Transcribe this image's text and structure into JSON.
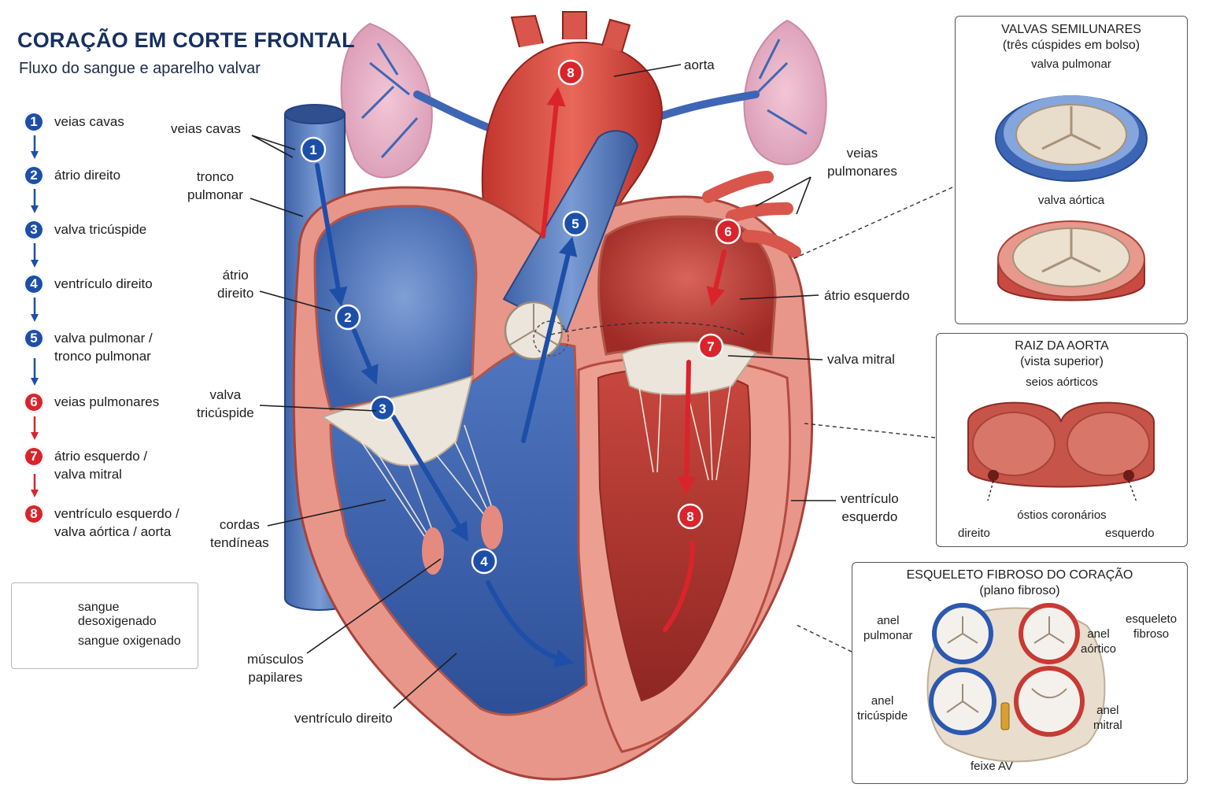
{
  "header": {
    "title": "CORAÇÃO EM CORTE FRONTAL",
    "subtitle": "Fluxo do sangue e aparelho valvar"
  },
  "flow_steps": [
    {
      "number": "1",
      "label": "veias cavas",
      "color": "#1d4fa8"
    },
    {
      "number": "2",
      "label": "átrio direito",
      "color": "#1d4fa8"
    },
    {
      "number": "3",
      "label": "valva tricúspide",
      "color": "#1d4fa8"
    },
    {
      "number": "4",
      "label": "ventrículo direito",
      "color": "#1d4fa8"
    },
    {
      "number": "5",
      "label": "valva pulmonar /\ntronco pulmonar",
      "color": "#1d4fa8"
    },
    {
      "number": "6",
      "label": "veias pulmonares",
      "color": "#d9242c"
    },
    {
      "number": "7",
      "label": "átrio esquerdo /\nvalva mitral",
      "color": "#d9242c"
    },
    {
      "number": "8",
      "label": "ventrículo esquerdo /\nvalva aórtica / aorta",
      "color": "#d9242c"
    }
  ],
  "legend": {
    "deoxygenated": "sangue desoxigenado",
    "oxygenated": "sangue oxigenado",
    "deoxygenated_color": "#1d4fa8",
    "oxygenated_color": "#d9242c"
  },
  "labels": {
    "veias_cavas": "veias cavas",
    "tronco_pulmonar": "tronco\npulmonar",
    "atrio_direito": "átrio\ndireito",
    "valva_tricuspide": "valva\ntricúspide",
    "cordas_tendineas": "cordas\ntendíneas",
    "musculos_papilares": "músculos\npapilares",
    "ventriculo_direito": "ventrículo direito",
    "aorta": "aorta",
    "veias_pulmonares": "veias\npulmonares",
    "atrio_esquerdo": "átrio esquerdo",
    "valva_mitral": "valva mitral",
    "ventriculo_esquerdo": "ventrículo\nesquerdo"
  },
  "diagram_markers": [
    "1",
    "2",
    "3",
    "4",
    "5",
    "6",
    "7",
    "8"
  ],
  "inset_semilunar": {
    "title": "VALVAS SEMILUNARES\n(três cúspides em bolso)",
    "pulmonary": "valva pulmonar",
    "aortic": "valva aórtica"
  },
  "inset_aortic_root": {
    "title": "RAIZ DA AORTA\n(vista superior)",
    "sinuses": "seios aórticos",
    "ostia": "óstios coronários",
    "right": "direito",
    "left": "esquerdo"
  },
  "inset_fibrous": {
    "title": "ESQUELETO FIBROSO DO CORAÇÃO\n(plano fibroso)",
    "pulmonary_ring": "anel\npulmonar",
    "aortic_ring": "anel\naórtico",
    "skeleton": "esqueleto\nfibroso",
    "tricuspid_ring": "anel\ntricúspide",
    "mitral_ring": "anel\nmitral",
    "av_bundle": "feixe AV"
  },
  "colors": {
    "deoxygenated_blue": "#1d4fa8",
    "oxygenated_red": "#d9242c",
    "vein_blue": "#5c82c0",
    "artery_red": "#d8564b",
    "myocardium": "#e9968a",
    "title_navy": "#17305e"
  }
}
